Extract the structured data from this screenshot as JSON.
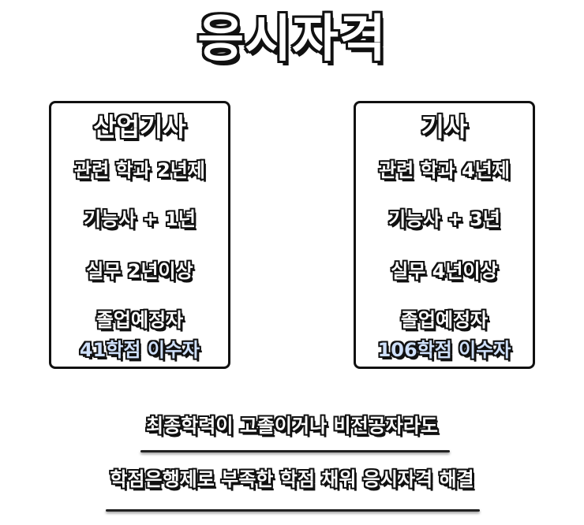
{
  "title": "응시자격",
  "colors": {
    "text_fill": "#ffffff",
    "outline": "#111111",
    "highlight": "#cfe0fb"
  },
  "cards": [
    {
      "title": "산업기사",
      "lines": [
        "관련 학과 2년제",
        "기능사 + 1년",
        "실무 2년이상",
        "졸업예정자"
      ],
      "highlight": "41학점 이수자"
    },
    {
      "title": "기사",
      "lines": [
        "관련 학과 4년제",
        "기능사 + 3년",
        "실무 4년이상",
        "졸업예정자"
      ],
      "highlight": "106학점 이수자"
    }
  ],
  "notes": [
    "최종학력이 고졸이거나 비전공자라도",
    "학점은행제로 부족한 학점 채워 응시자격 해결"
  ]
}
